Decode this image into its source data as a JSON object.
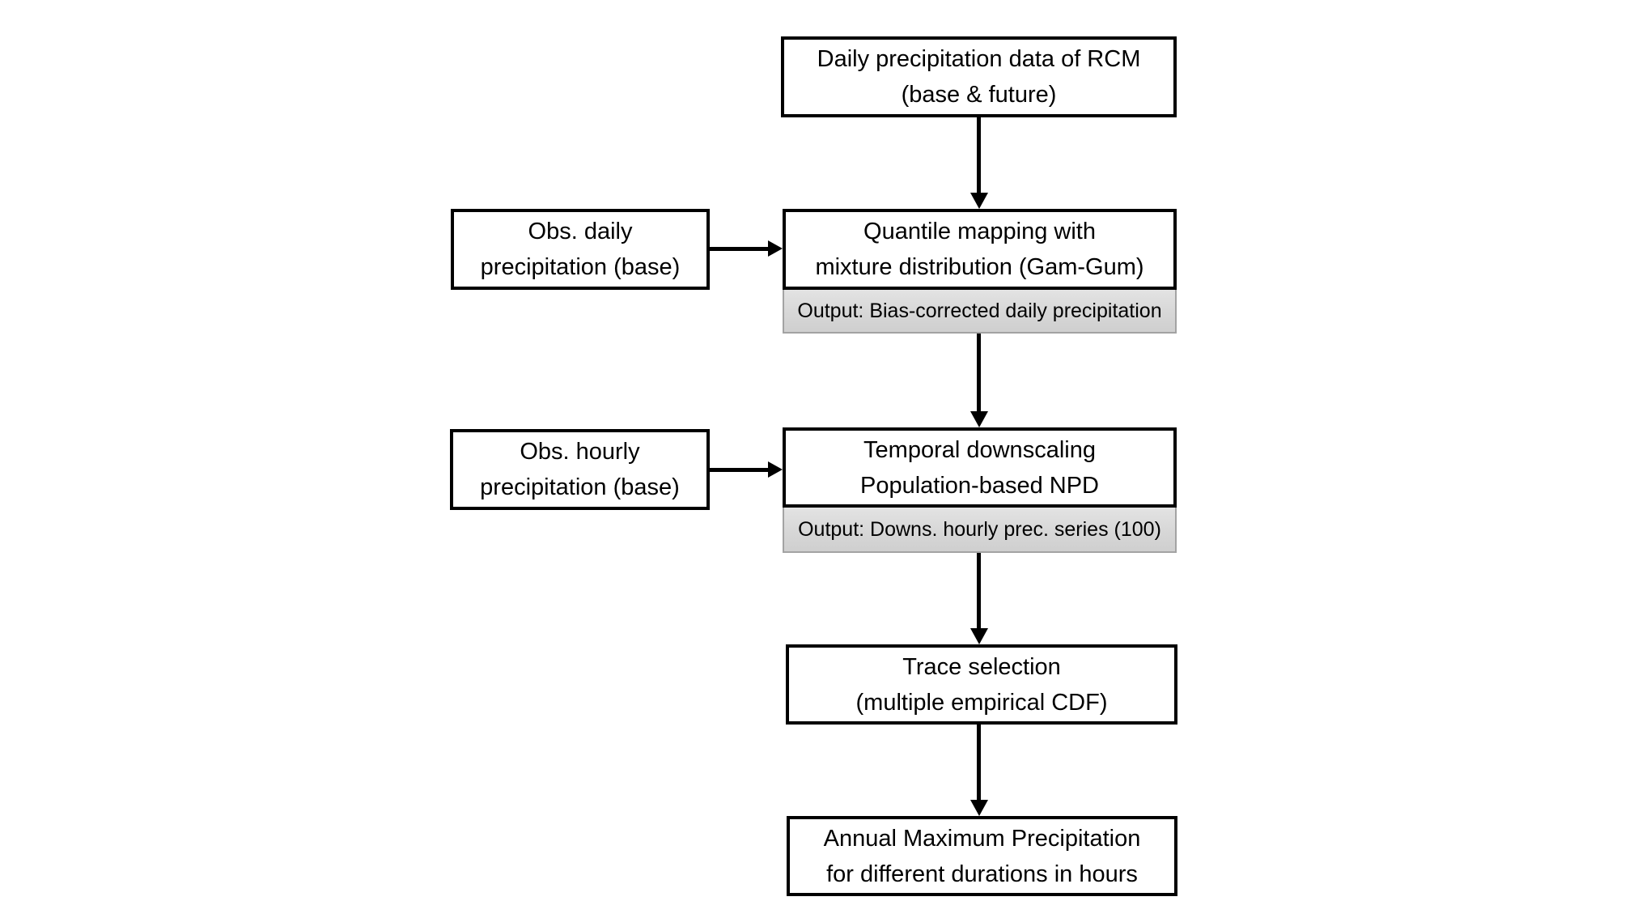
{
  "diagram": {
    "type": "flowchart",
    "colors": {
      "background": "#ffffff",
      "node_fill": "#ffffff",
      "node_border": "#000000",
      "arrow": "#000000",
      "output_bar_fill": "#d9d9d9",
      "output_bar_border": "#a3a3a3",
      "text": "#000000"
    },
    "nodes": {
      "rcm_daily": {
        "line1": "Daily precipitation data of RCM",
        "line2": "(base & future)"
      },
      "obs_daily": {
        "line1": "Obs. daily",
        "line2": "precipitation (base)"
      },
      "quantile_mapping": {
        "line1": "Quantile mapping with",
        "line2": "mixture distribution (Gam-Gum)",
        "output": "Output: Bias-corrected daily precipitation"
      },
      "obs_hourly": {
        "line1": "Obs. hourly",
        "line2": "precipitation (base)"
      },
      "temporal_downscaling": {
        "line1": "Temporal downscaling",
        "line2": "Population-based NPD",
        "output": "Output: Downs. hourly prec. series (100)"
      },
      "trace_selection": {
        "line1": "Trace selection",
        "line2": "(multiple empirical CDF)"
      },
      "annual_max": {
        "line1": "Annual Maximum Precipitation",
        "line2": "for different durations in hours"
      }
    },
    "edges": [
      {
        "from": "rcm_daily",
        "to": "quantile_mapping"
      },
      {
        "from": "obs_daily",
        "to": "quantile_mapping"
      },
      {
        "from": "quantile_mapping",
        "to": "temporal_downscaling"
      },
      {
        "from": "obs_hourly",
        "to": "temporal_downscaling"
      },
      {
        "from": "temporal_downscaling",
        "to": "trace_selection"
      },
      {
        "from": "trace_selection",
        "to": "annual_max"
      }
    ]
  }
}
